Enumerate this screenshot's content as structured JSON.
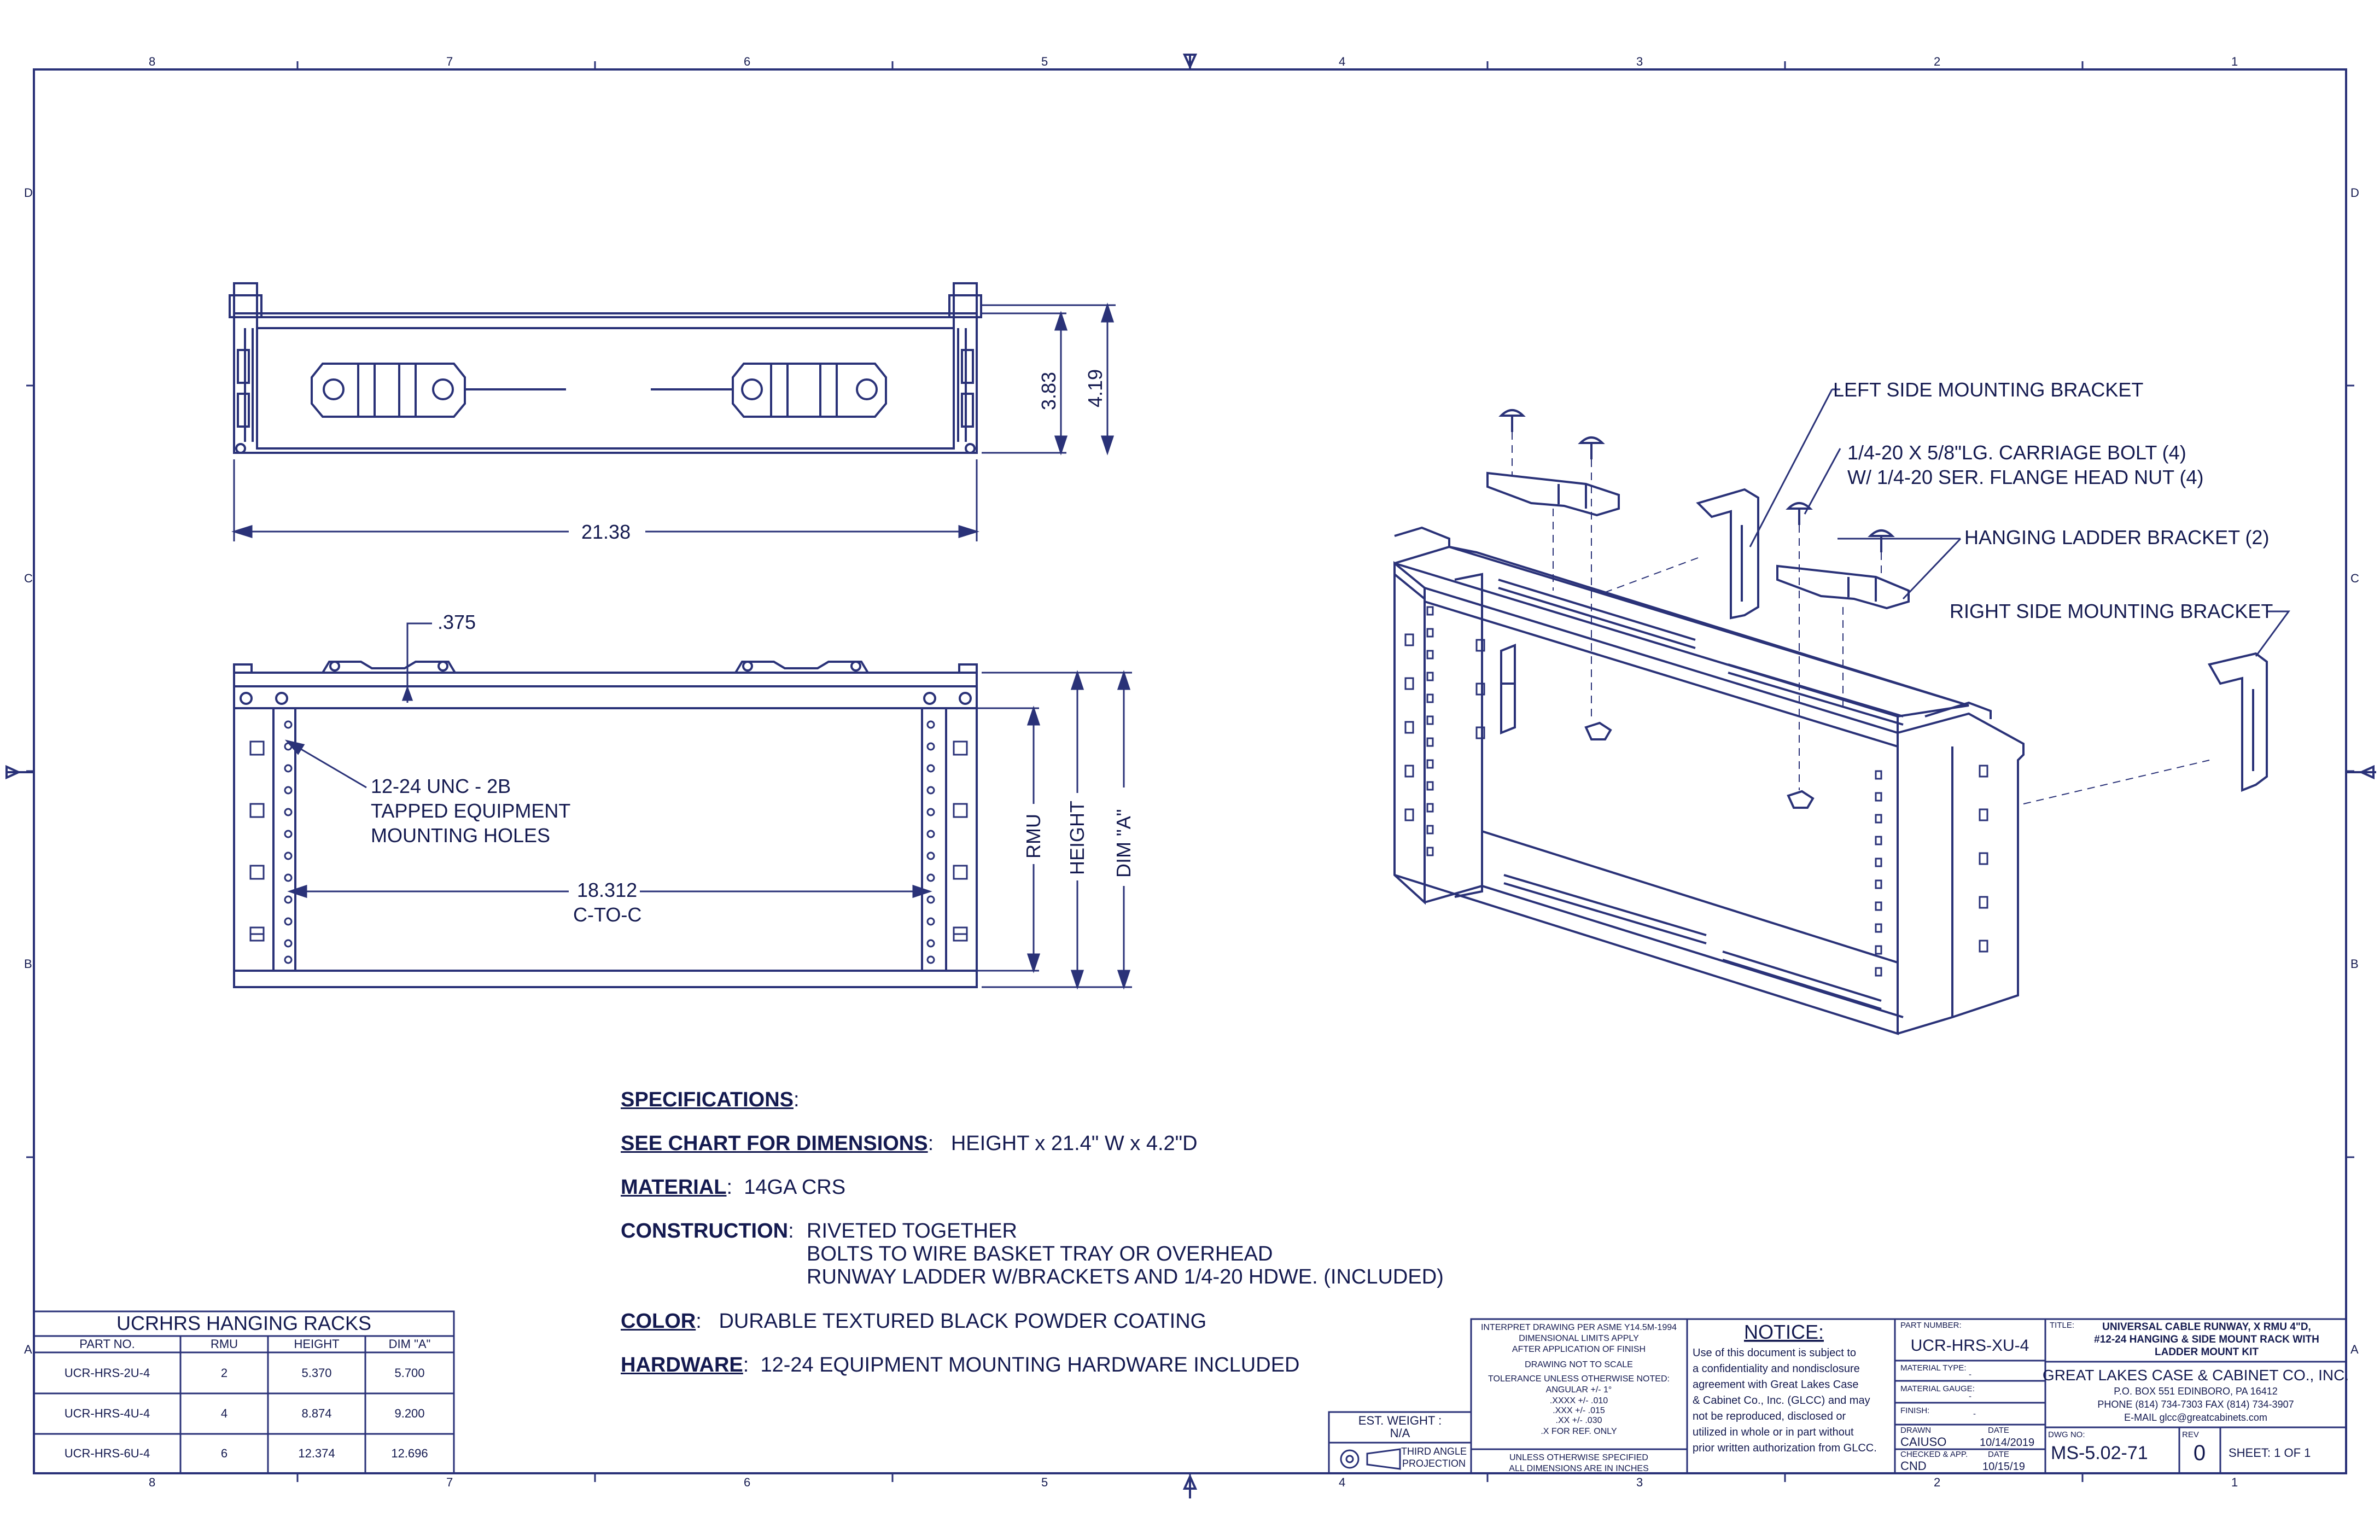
{
  "colors": {
    "line": "#2a3278",
    "text": "#141a50",
    "paper": "#ffffff"
  },
  "border": {
    "top_numbers": [
      "8",
      "7",
      "6",
      "5",
      "4",
      "3",
      "2",
      "1"
    ],
    "bottom_numbers": [
      "8",
      "7",
      "6",
      "5",
      "4",
      "3",
      "2",
      "1"
    ],
    "letters": [
      "D",
      "C",
      "B",
      "A"
    ]
  },
  "top_view": {
    "dim_width": "21.38",
    "dim_height_inner": "3.83",
    "dim_height_outer": "4.19"
  },
  "front_view": {
    "dim_offset": ".375",
    "callout_holes": [
      "12-24 UNC - 2B",
      "TAPPED EQUIPMENT",
      "MOUNTING HOLES"
    ],
    "dim_ctc": [
      "18.312",
      "C-TO-C"
    ],
    "dim_rmu": "RMU",
    "dim_height": "HEIGHT",
    "dim_a": "DIM \"A\""
  },
  "iso_callouts": {
    "left_bracket": "LEFT SIDE MOUNTING BRACKET",
    "carriage_bolt_1": "1/4-20 X 5/8\"LG. CARRIAGE BOLT (4)",
    "carriage_bolt_2": "W/ 1/4-20 SER. FLANGE HEAD NUT (4)",
    "hanging_bracket": "HANGING LADDER BRACKET (2)",
    "right_bracket": "RIGHT SIDE MOUNTING BRACKET"
  },
  "specifications": {
    "heading": "SPECIFICATIONS",
    "dims_label": "SEE CHART FOR DIMENSIONS",
    "dims_value": "HEIGHT x 21.4\" W x 4.2\"D",
    "material_label": "MATERIAL",
    "material_value": "14GA CRS",
    "construction_label": "CONSTRUCTION",
    "construction_lines": [
      "RIVETED TOGETHER",
      "BOLTS TO WIRE BASKET TRAY OR OVERHEAD",
      "RUNWAY LADDER W/BRACKETS AND 1/4-20 HDWE. (INCLUDED)"
    ],
    "color_label": "COLOR",
    "color_value": "DURABLE TEXTURED BLACK POWDER COATING",
    "hardware_label": "HARDWARE",
    "hardware_value": "12-24 EQUIPMENT MOUNTING HARDWARE INCLUDED"
  },
  "dim_table": {
    "title": "UCRHRS HANGING RACKS",
    "columns": [
      "PART NO.",
      "RMU",
      "HEIGHT",
      "DIM \"A\""
    ],
    "rows": [
      [
        "UCR-HRS-2U-4",
        "2",
        "5.370",
        "5.700"
      ],
      [
        "UCR-HRS-4U-4",
        "4",
        "8.874",
        "9.200"
      ],
      [
        "UCR-HRS-6U-4",
        "6",
        "12.374",
        "12.696"
      ]
    ]
  },
  "title_block": {
    "est_weight_label": "EST. WEIGHT :",
    "est_weight_value": "N/A",
    "projection": [
      "THIRD ANGLE",
      "PROJECTION"
    ],
    "tolerance_lines": [
      "INTERPRET DRAWING PER ASME Y14.5M-1994",
      "DIMENSIONAL LIMITS APPLY",
      "AFTER APPLICATION OF FINISH",
      "DRAWING NOT TO SCALE",
      "TOLERANCE UNLESS OTHERWISE NOTED:",
      "ANGULAR +/- 1°",
      ".XXXX +/- .010",
      ".XXX +/- .015",
      ".XX +/- .030",
      ".X FOR REF. ONLY"
    ],
    "units_lines": [
      "UNLESS OTHERWISE SPECIFIED",
      "ALL DIMENSIONS ARE IN INCHES"
    ],
    "notice_title": "NOTICE:",
    "notice_lines": [
      "Use of this document is subject to",
      "a confidentiality and nondisclosure",
      "agreement with Great Lakes Case",
      "& Cabinet Co., Inc. (GLCC) and may",
      "not be reproduced, disclosed or",
      "utilized in whole or in part without",
      "prior written authorization from GLCC."
    ],
    "part_number_label": "PART NUMBER:",
    "part_number": "UCR-HRS-XU-4",
    "material_type_label": "MATERIAL TYPE:",
    "material_type_value": "-",
    "material_gauge_label": "MATERIAL GAUGE:",
    "material_gauge_value": "-",
    "finish_label": "FINISH:",
    "finish_value": "-",
    "drawn_label": "DRAWN",
    "drawn_by": "CAIUSO",
    "date_label": "DATE",
    "drawn_date": "10/14/2019",
    "checked_label": "CHECKED & APP.",
    "checked_by": "CND",
    "checked_date": "10/15/19",
    "title_label": "TITLE:",
    "title_lines": [
      "UNIVERSAL CABLE RUNWAY, X RMU 4\"D,",
      "#12-24 HANGING & SIDE MOUNT RACK WITH",
      "LADDER MOUNT KIT"
    ],
    "company": "GREAT LAKES CASE & CABINET CO., INC.",
    "address": "P.O. BOX 551 EDINBORO, PA 16412",
    "phone": "PHONE (814) 734-7303 FAX (814) 734-3907",
    "email": "E-MAIL glcc@greatcabinets.com",
    "dwg_no_label": "DWG NO:",
    "dwg_no": "MS-5.02-71",
    "rev_label": "REV",
    "rev": "0",
    "sheet": "SHEET:  1  OF   1"
  }
}
